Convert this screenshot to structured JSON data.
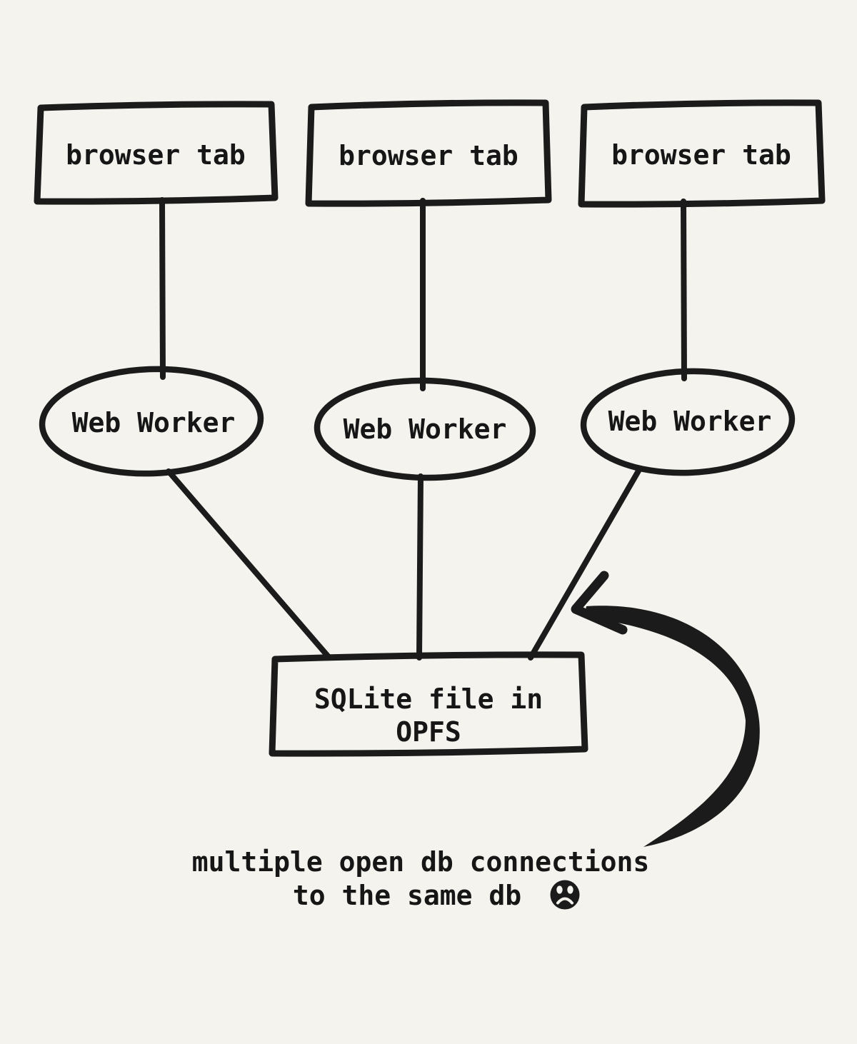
{
  "meta": {
    "background_color": "#f5f3ee",
    "ink_color": "#1b1b1b",
    "style": "hand-drawn sketch diagram"
  },
  "diagram": {
    "browser_tabs": [
      {
        "label": "browser tab"
      },
      {
        "label": "browser tab"
      },
      {
        "label": "browser tab"
      }
    ],
    "web_workers": [
      {
        "label": "Web Worker"
      },
      {
        "label": "Web Worker"
      },
      {
        "label": "Web Worker"
      }
    ],
    "storage": {
      "line1": "SQLite file in",
      "line2": "OPFS"
    },
    "caption": {
      "line1": "multiple open db connections",
      "line2": "to the same db",
      "emoji": "frowning-face"
    }
  }
}
